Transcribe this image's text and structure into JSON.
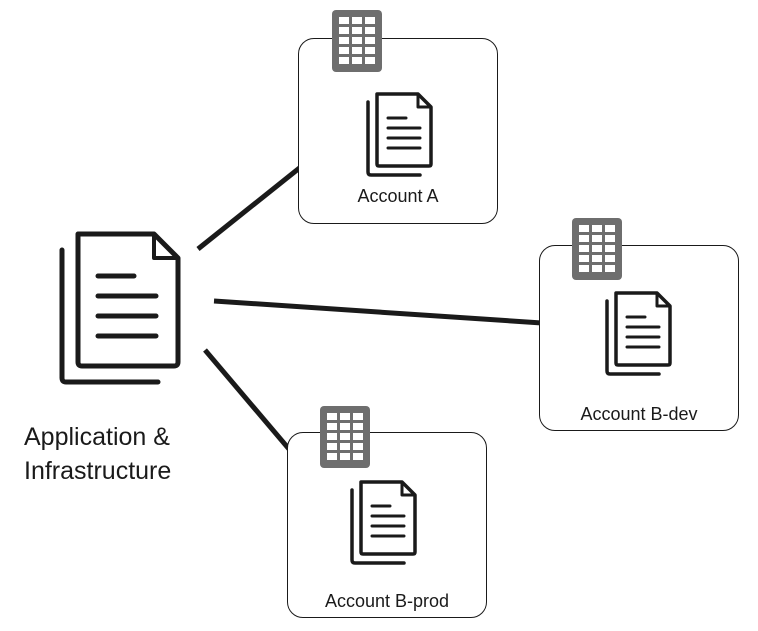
{
  "source": {
    "line1": "Application &",
    "line2": "Infrastructure",
    "icon": "stacked-documents-icon"
  },
  "accounts": [
    {
      "label": "Account A",
      "icon": "building-icon",
      "doc_icon": "stacked-documents-icon"
    },
    {
      "label": "Account B-dev",
      "icon": "building-icon",
      "doc_icon": "stacked-documents-icon"
    },
    {
      "label": "Account B-prod",
      "icon": "building-icon",
      "doc_icon": "stacked-documents-icon"
    }
  ],
  "colors": {
    "stroke": "#1a1a1a",
    "building": "#6e6e6e",
    "background": "#ffffff"
  }
}
